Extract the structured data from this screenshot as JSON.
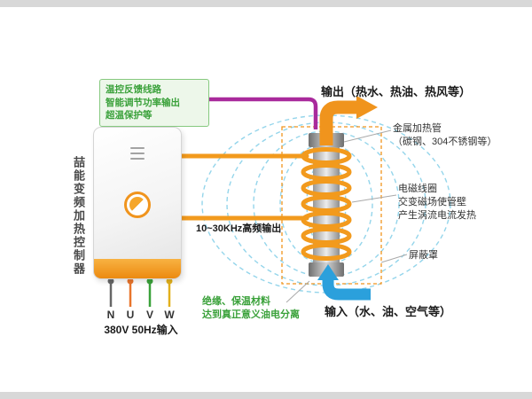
{
  "colors": {
    "orange": "#f0941d",
    "purple": "#a92a9c",
    "blue": "#2ba0dc",
    "green": "#3aa13a",
    "field_line": "#8fd3ea"
  },
  "controller": {
    "vertical_title": "喆能变频加热控制器",
    "feedback_box_lines": [
      "温控反馈线路",
      "智能调节功率输出",
      "超温保护等"
    ],
    "terminals": [
      "N",
      "U",
      "V",
      "W"
    ],
    "power_input": "380V 50Hz输入"
  },
  "labels": {
    "hf_output": "10~30KHz高频输出",
    "output": "输出（热水、热油、热风等）",
    "metal_tube_line1": "金属加热管",
    "metal_tube_line2": "（碳钢、304不锈钢等）",
    "coil_line1": "电磁线圈",
    "coil_line2": "交变磁场使管壁",
    "coil_line3": "产生涡流电流发热",
    "shield": "屏蔽罩",
    "input": "输入（水、油、空气等）",
    "insulation_line1": "绝缘、保温材料",
    "insulation_line2": "达到真正意义油电分离"
  }
}
